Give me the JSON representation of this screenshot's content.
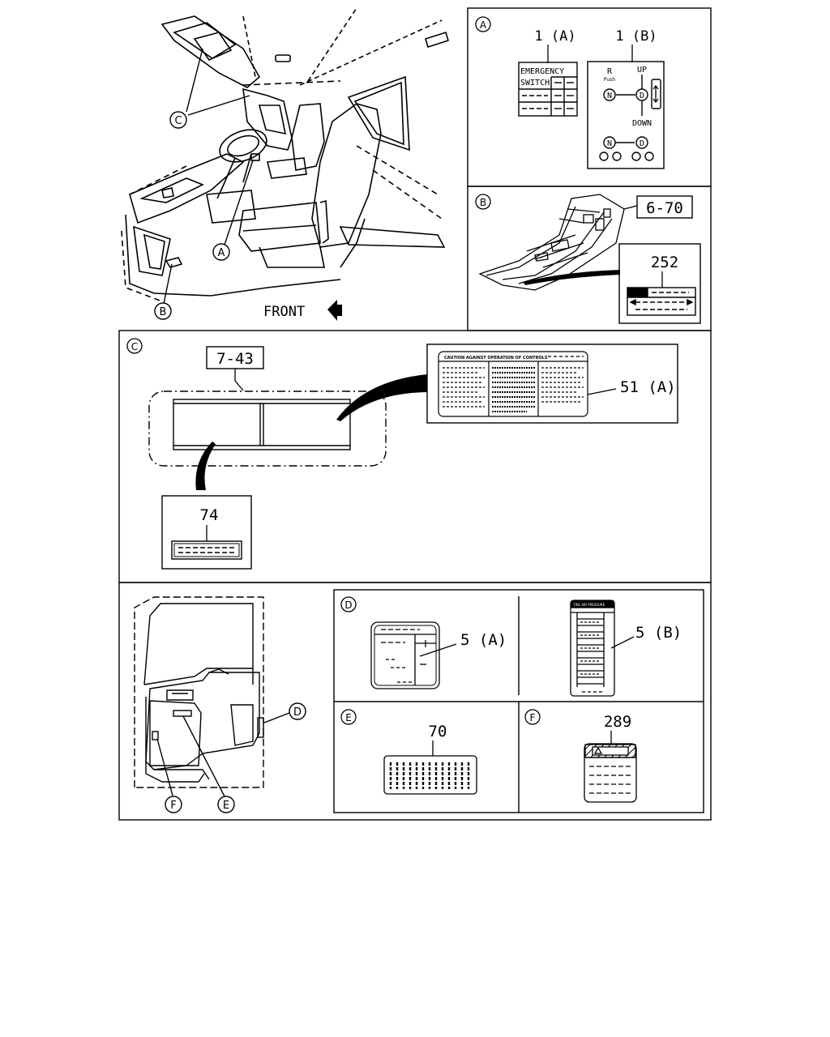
{
  "overview": {
    "front_label": "FRONT",
    "callouts": {
      "a": "A",
      "b": "B",
      "c": "C"
    }
  },
  "panel_a": {
    "letter": "A",
    "label_1a": "1 (A)",
    "label_1b": "1 (B)",
    "emergency_line1": "EMERGENCY",
    "emergency_line2": "SWITCH",
    "r": "R",
    "push": "Push",
    "up": "UP",
    "down": "DOWN",
    "n": "N",
    "d": "D"
  },
  "panel_b": {
    "letter": "B",
    "part_ref": "6-70",
    "label_252": "252"
  },
  "panel_c": {
    "letter": "C",
    "part_ref": "7-43",
    "label_74": "74",
    "label_51a": "51 (A)",
    "caution_title": "CAUTION AGAINST OPERATION OF CONTROLS"
  },
  "door": {
    "callouts": {
      "d": "D",
      "e": "E",
      "f": "F"
    }
  },
  "panel_d": {
    "letter": "D",
    "label_5a": "5 (A)",
    "label_5b": "5 (B)",
    "tire_heading": "TIRE AIR PRESSURE"
  },
  "panel_e": {
    "letter": "E",
    "label_70": "70"
  },
  "panel_f": {
    "letter": "F",
    "label_289": "289"
  }
}
